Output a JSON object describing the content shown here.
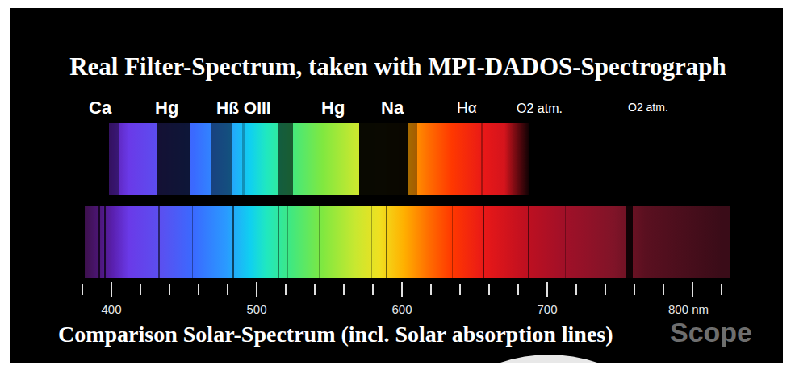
{
  "diagram": {
    "title": "Real Filter-Spectrum, taken with MPI-DADOS-Spectrograph",
    "caption": "Comparison Solar-Spectrum (incl. Solar absorption lines)",
    "labels": [
      "Ca",
      "Hg",
      "Hß OIII",
      "Hg",
      "Na",
      "Hα",
      "O2 atm.",
      "O2 atm.",
      "400",
      "500",
      "600",
      "700",
      "800 nm",
      "Scope"
    ]
  }
}
